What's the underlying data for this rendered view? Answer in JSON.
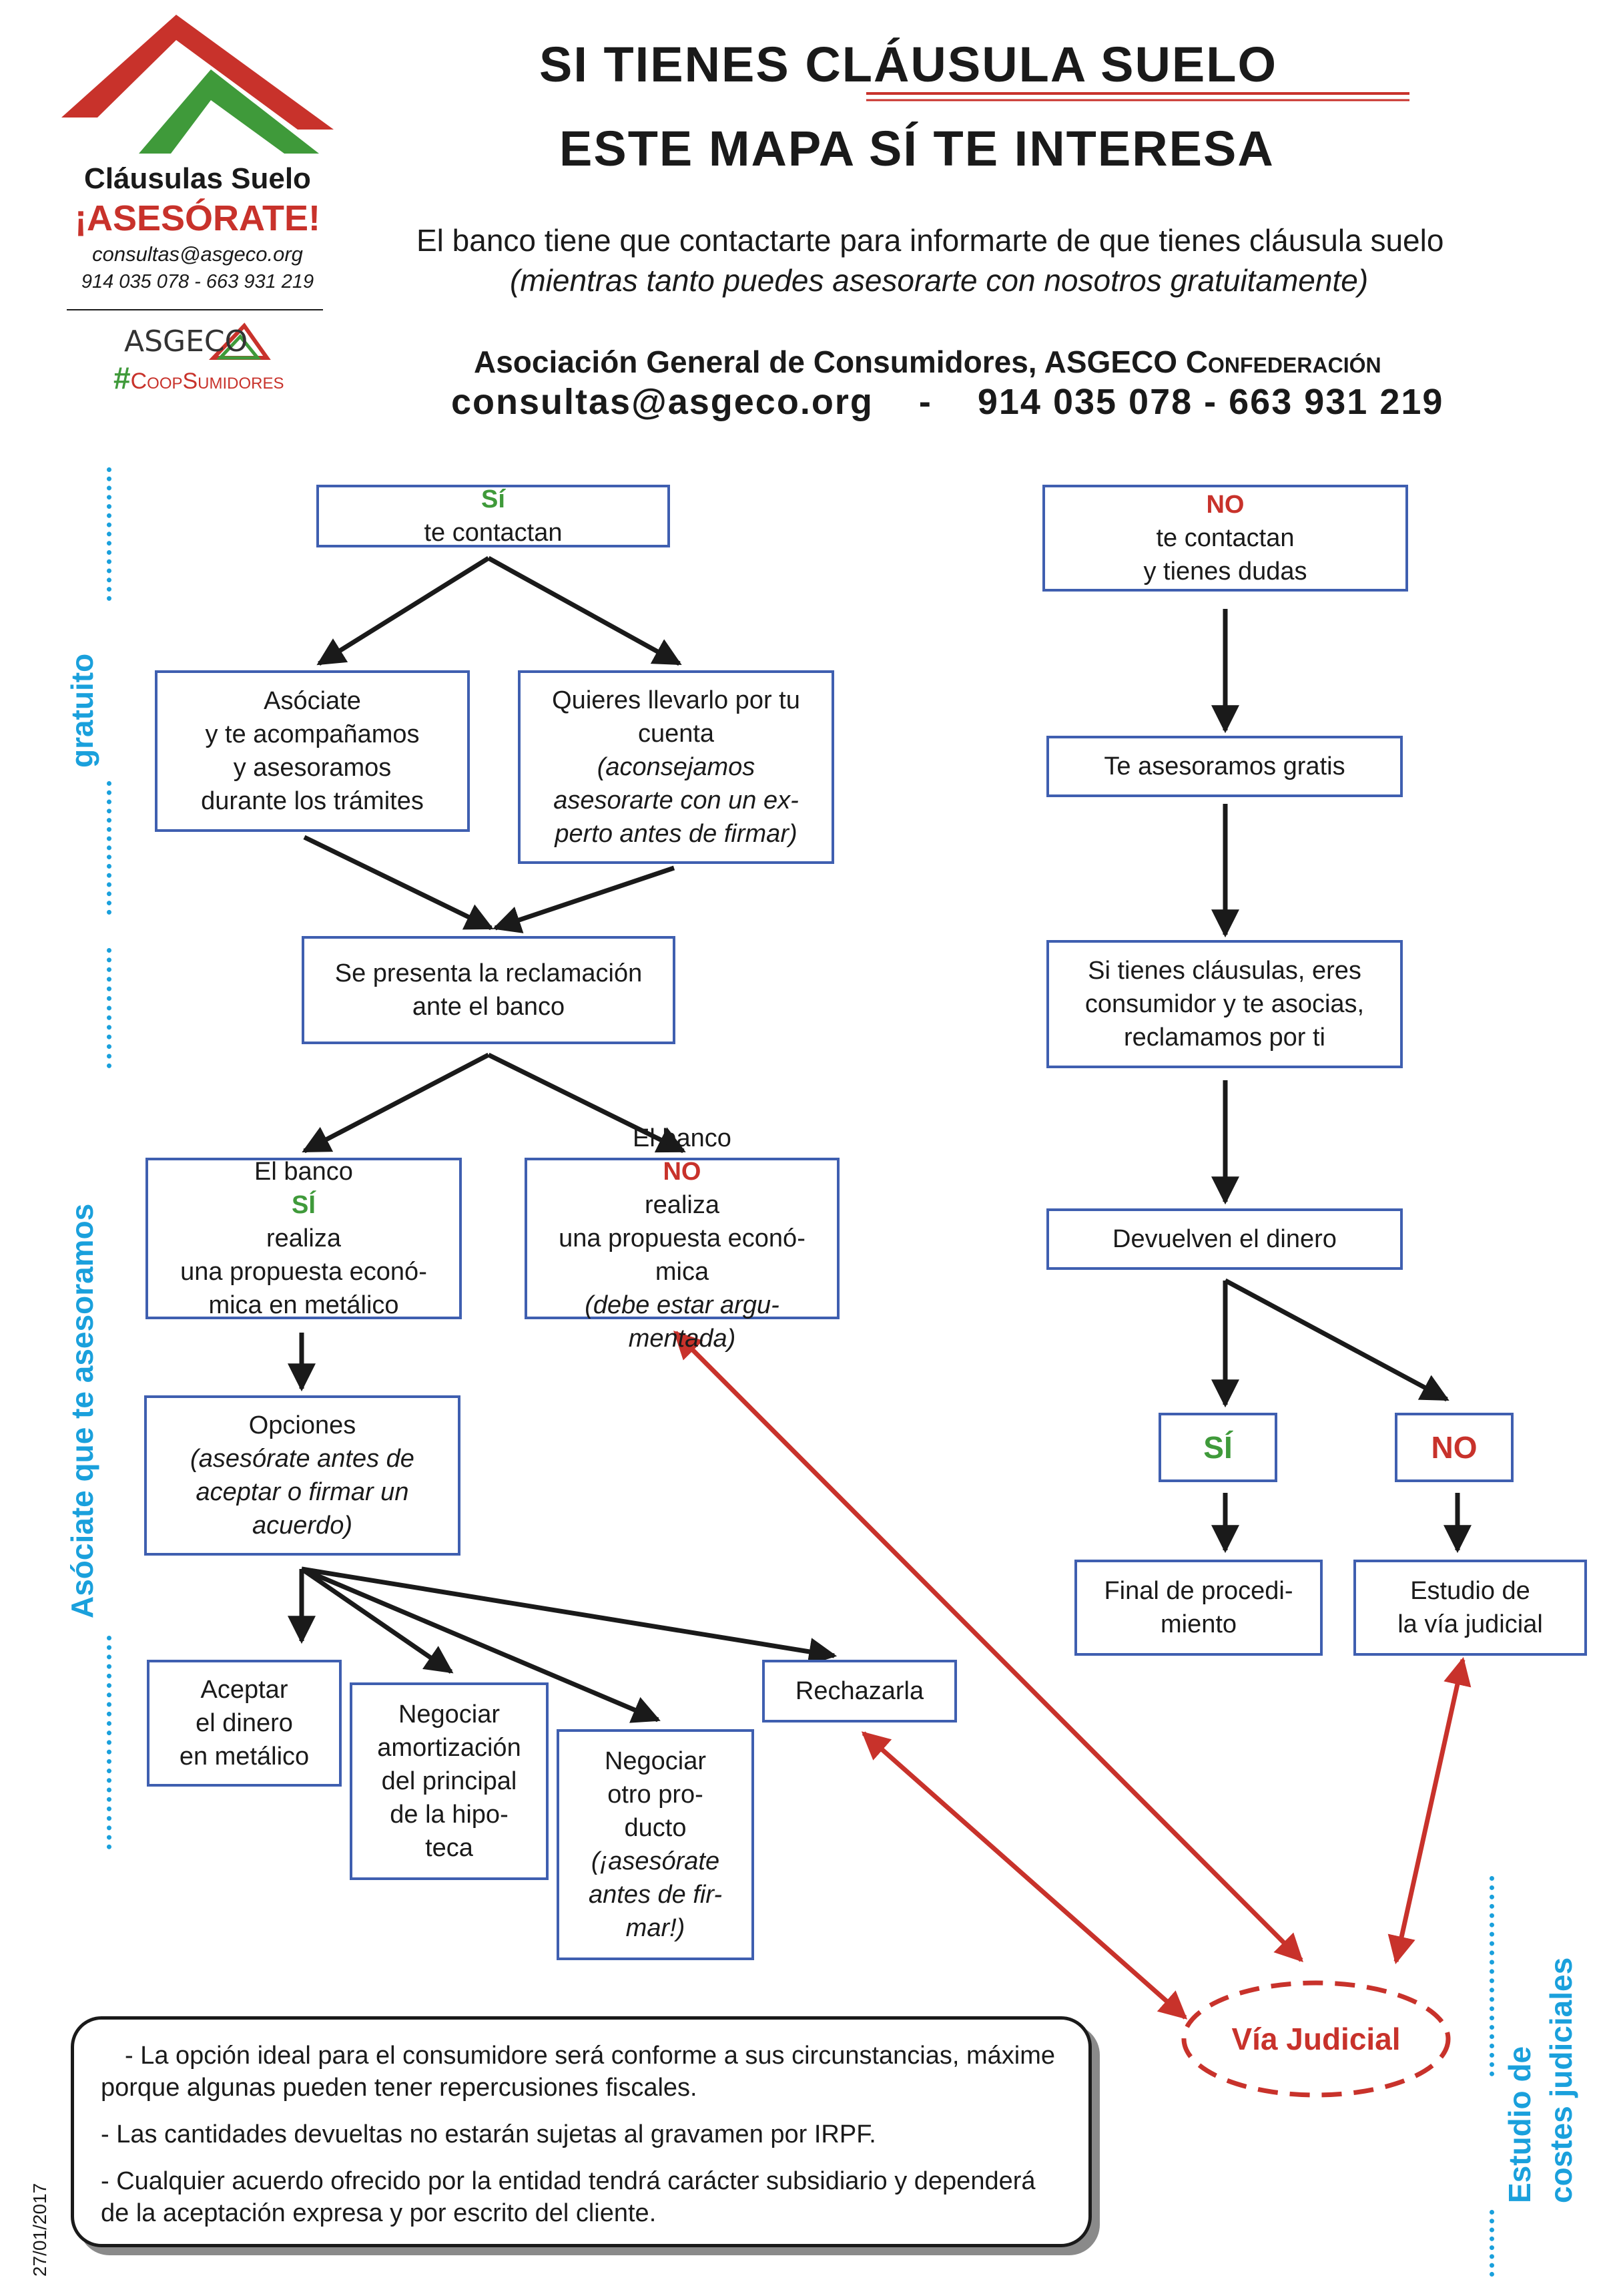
{
  "logo": {
    "title": "Cláusulas Suelo",
    "slogan": "¡ASESÓRATE!",
    "email": "consultas@asgeco.org",
    "phones": "914 035 078 - 663 931 219",
    "brand": "ASGECO",
    "hashtag": "#",
    "coop": "CoopSumidores"
  },
  "header": {
    "title_part1": "SI TIENES ",
    "title_part2": "CLÁUSULA SUELO",
    "title_line2": "ESTE MAPA SÍ TE INTERESA",
    "intro": "El banco tiene que contactarte para informarte de que tienes cláusula suelo",
    "intro_italic": "(mientras tanto puedes asesorarte con nosotros gratuitamente)",
    "org_name": "Asociación General de Consumidores, ASGECO ",
    "org_confed": "Confederación",
    "contact_email": "consultas@asgeco.org",
    "contact_sep": "-",
    "contact_phones": "914 035 078 - 663 931 219"
  },
  "side": {
    "gratuito": "gratuito",
    "asociate": "Asóciate que te asesoramos",
    "estudio_line1": "Estudio de",
    "estudio_line2": "costes judiciales",
    "date": "27/01/2017"
  },
  "left_flow": {
    "si_contactan_strong": "Sí",
    "si_contactan_rest": " te contactan",
    "asociate": [
      "Asóciate",
      "y te acompañamos",
      "y asesoramos",
      "durante los trámites"
    ],
    "cuenta_line1": "Quieres llevarlo por tu",
    "cuenta_line2_plain": "cuenta ",
    "cuenta_line2_italic": "(aconsejamos",
    "cuenta_italic_rest": [
      "asesorarte con un ex-",
      "perto antes de firmar)"
    ],
    "reclamacion": [
      "Se presenta la reclamación",
      "ante el banco"
    ],
    "banco_si_pre": "El banco ",
    "banco_si_strong": "SÍ",
    "banco_si_post": " realiza",
    "banco_si_rest": [
      "una propuesta econó-",
      "mica en metálico"
    ],
    "banco_no_pre": "El banco ",
    "banco_no_strong": "NO",
    "banco_no_post": " realiza",
    "banco_no_line2": "una propuesta econó-",
    "banco_no_line3_plain": "mica ",
    "banco_no_line3_italic": "(debe estar argu-",
    "banco_no_line4": "mentada)",
    "opciones_title": "Opciones",
    "opciones_italic": [
      "(asesórate antes de",
      "aceptar o firmar un",
      "acuerdo)"
    ],
    "aceptar": [
      "Aceptar",
      "el dinero",
      "en metálico"
    ],
    "negociar_amort": [
      "Negociar",
      "amortización",
      "del principal",
      "de la hipo-",
      "teca"
    ],
    "negociar_otro": [
      "Negociar",
      "otro pro-",
      "ducto"
    ],
    "negociar_otro_italic": [
      "(¡asesórate",
      "antes de fir-",
      "mar!)"
    ],
    "rechazar": "Rechazarla"
  },
  "right_flow": {
    "no_contactan_strong": "NO",
    "no_contactan_rest": " te contactan",
    "no_contactan_line2": "y tienes dudas",
    "asesoramos": "Te asesoramos gratis",
    "reclamamos": [
      "Si tienes cláusulas, eres",
      "consumidor y te asocias,",
      "reclamamos por ti"
    ],
    "devuelven": "Devuelven el dinero",
    "si": "SÍ",
    "no": "NO",
    "final": [
      "Final de procedi-",
      "miento"
    ],
    "estudio": [
      "Estudio de",
      "la vía judicial"
    ],
    "via_judicial": "Vía Judicial"
  },
  "notes": [
    "- La opción ideal para el consumidore será conforme a sus circunstancias, máxime porque algunas pueden tener repercusiones fiscales.",
    "- Las cantidades devueltas no estarán sujetas al gravamen por IRPF.",
    "- Cualquier acuerdo ofrecido por la entidad tendrá carácter subsidiario y dependerá de la aceptación expresa y por escrito del cliente."
  ],
  "colors": {
    "box_border": "#3f5fb0",
    "green": "#3f9a3a",
    "red": "#c8322b",
    "side_blue": "#1aa0dc",
    "arrow_black": "#1a1a1a",
    "arrow_red": "#c8322b"
  }
}
